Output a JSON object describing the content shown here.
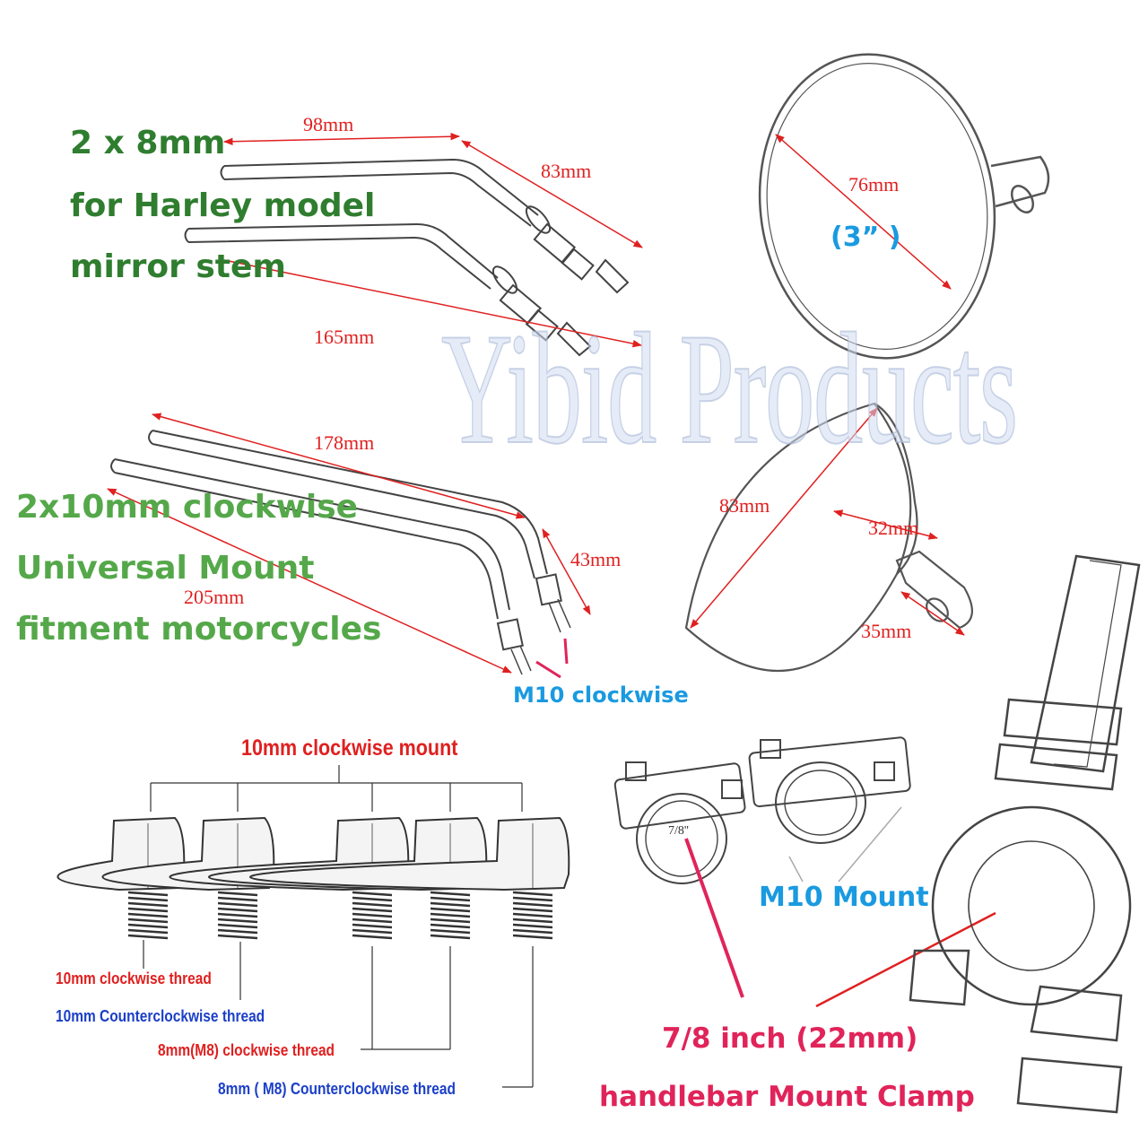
{
  "watermark": "Yibid Products",
  "stems_small": {
    "title_line1": "2 x 8mm",
    "title_line2": "for Harley model",
    "title_line3": "mirror stem",
    "dim_98": "98mm",
    "dim_83": "83mm",
    "dim_165": "165mm"
  },
  "mirror_front": {
    "dim_76": "76mm",
    "inch": "(3” )"
  },
  "mirror_side": {
    "dim_83": "83mm",
    "dim_32": "32mm",
    "dim_35": "35mm"
  },
  "stems_long": {
    "title_line1": "2x10mm clockwise",
    "title_line2": "Universal Mount",
    "title_line3": "fitment motorcycles",
    "dim_178": "178mm",
    "dim_43": "43mm",
    "dim_205": "205mm",
    "thread_label": "M10 clockwise"
  },
  "adapters": {
    "header": "10mm clockwise mount",
    "label_10_cw": "10mm clockwise thread",
    "label_10_ccw": "10mm Counterclockwise thread",
    "label_8_cw": "8mm(M8) clockwise thread",
    "label_8_ccw": "8mm ( M8) Counterclockwise thread"
  },
  "clamp": {
    "inner_label": "7/8''",
    "mount_label": "M10 Mount",
    "size_line1": "7/8 inch (22mm)",
    "size_line2": "handlebar Mount Clamp"
  },
  "colors": {
    "green_text": "#2f7d2f",
    "dimension_red": "#e02020",
    "blue_text": "#1a9ae0",
    "pink_text": "#e0245a",
    "navy_text": "#1b3fc8"
  }
}
